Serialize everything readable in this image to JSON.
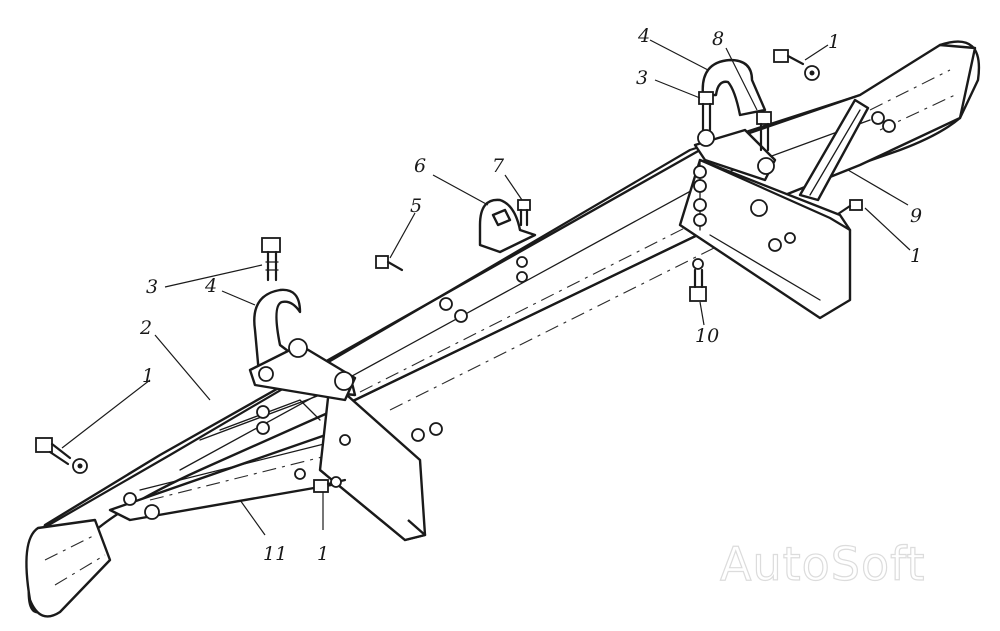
{
  "callouts": [
    {
      "id": "c1-left",
      "text": "1"
    },
    {
      "id": "c2",
      "text": "2"
    },
    {
      "id": "c3-left",
      "text": "3"
    },
    {
      "id": "c4-left",
      "text": "4"
    },
    {
      "id": "c1-bottom",
      "text": "1"
    },
    {
      "id": "c11",
      "text": "11"
    },
    {
      "id": "c5",
      "text": "5"
    },
    {
      "id": "c6",
      "text": "6"
    },
    {
      "id": "c7",
      "text": "7"
    },
    {
      "id": "c4-right",
      "text": "4"
    },
    {
      "id": "c8",
      "text": "8"
    },
    {
      "id": "c3-right",
      "text": "3"
    },
    {
      "id": "c1-topright",
      "text": "1"
    },
    {
      "id": "c9",
      "text": "9"
    },
    {
      "id": "c1-right",
      "text": "1"
    },
    {
      "id": "c10",
      "text": "10"
    }
  ],
  "watermark": "AutoSoft"
}
